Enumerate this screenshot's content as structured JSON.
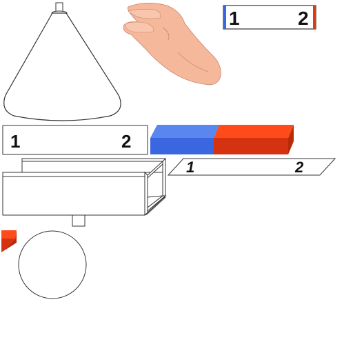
{
  "labels": {
    "box_left": "1",
    "box_right": "2",
    "top_bar_left": "1",
    "top_bar_right": "2",
    "flat_plate_left": "1",
    "flat_plate_right": "2"
  },
  "colors": {
    "magnet_north_blue": "#3a66e0",
    "magnet_north_blue_top": "#5a86f0",
    "magnet_south_red": "#e03a10",
    "magnet_south_red_top": "#ff4a1a",
    "magnet_south_red_side": "#b82a08",
    "skin": "#f6b89a",
    "skin_shadow": "#e0957a",
    "outline": "#333333"
  },
  "icons": {
    "hand": "hand-icon",
    "cone": "cone-icon",
    "disk": "disk-icon"
  }
}
